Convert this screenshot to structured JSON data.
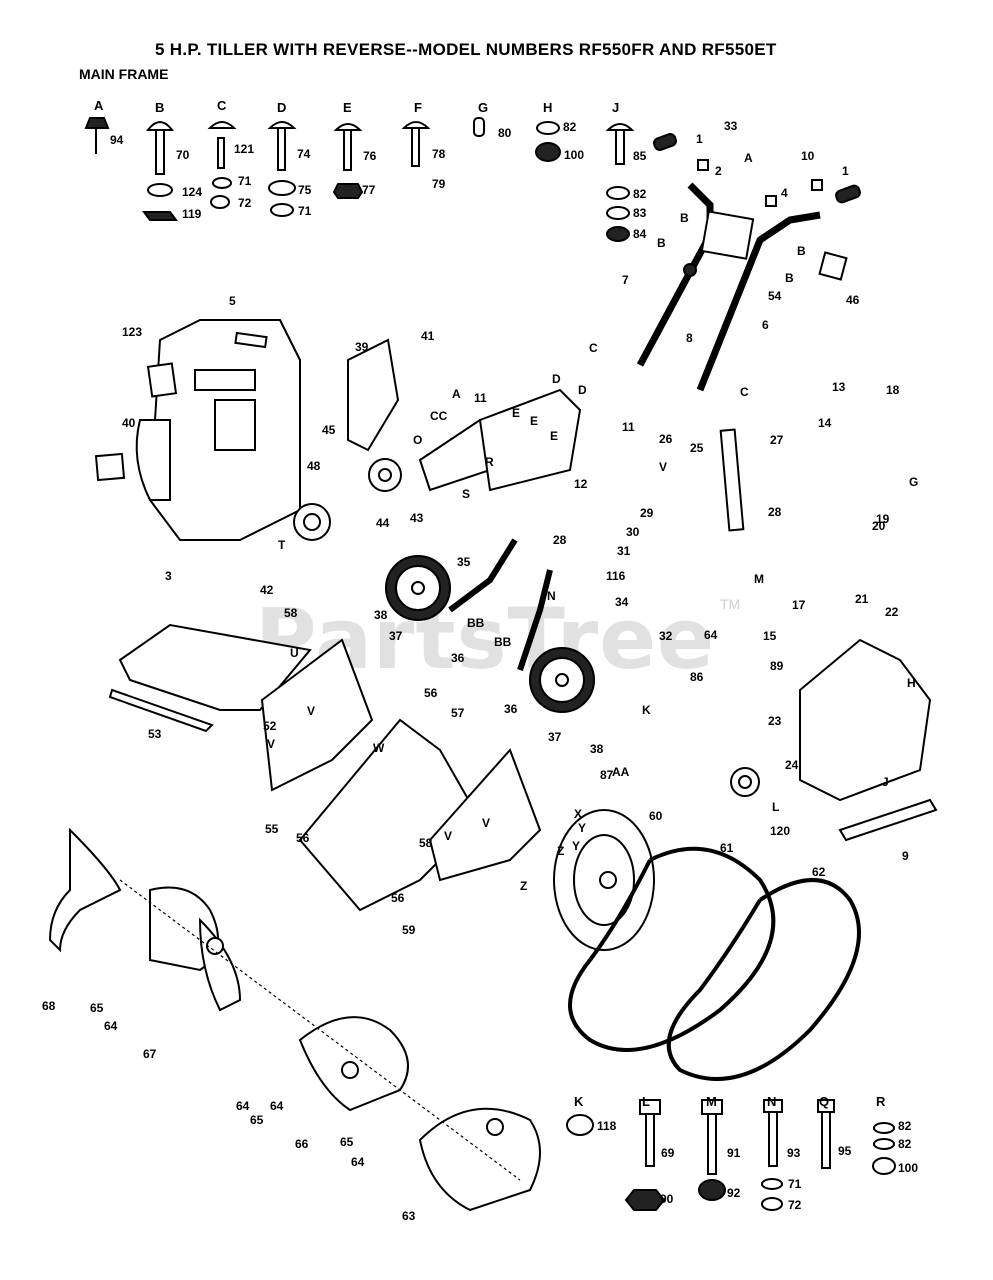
{
  "title": "5 H.P. TILLER WITH REVERSE--MODEL NUMBERS RF550FR AND RF550ET",
  "subtitle": "MAIN FRAME",
  "watermark": "PartsTree",
  "watermark_tm": "TM",
  "hardware_letters": [
    "A",
    "B",
    "C",
    "D",
    "E",
    "F",
    "G",
    "H",
    "J"
  ],
  "bottom_hardware_letters": [
    "K",
    "L",
    "M",
    "N",
    "Q",
    "R"
  ],
  "part_numbers": [
    "94",
    "70",
    "124",
    "119",
    "121",
    "71",
    "72",
    "74",
    "75",
    "71",
    "76",
    "77",
    "78",
    "79",
    "80",
    "82",
    "100",
    "85",
    "82",
    "83",
    "84",
    "1",
    "33",
    "2",
    "10",
    "1",
    "4",
    "46",
    "54",
    "8",
    "7",
    "6",
    "5",
    "123",
    "40",
    "45",
    "48",
    "39",
    "41",
    "11",
    "11",
    "12",
    "44",
    "43",
    "26",
    "25",
    "27",
    "13",
    "14",
    "18",
    "20",
    "19",
    "3",
    "42",
    "58",
    "35",
    "38",
    "37",
    "36",
    "28",
    "29",
    "30",
    "31",
    "116",
    "34",
    "32",
    "64",
    "28",
    "17",
    "15",
    "89",
    "21",
    "22",
    "52",
    "53",
    "56",
    "57",
    "55",
    "56",
    "56",
    "58",
    "59",
    "36",
    "37",
    "38",
    "86",
    "87",
    "60",
    "23",
    "24",
    "120",
    "9",
    "61",
    "62",
    "68",
    "65",
    "64",
    "67",
    "64",
    "65",
    "64",
    "66",
    "65",
    "64",
    "63",
    "118",
    "69",
    "90",
    "91",
    "92",
    "93",
    "71",
    "72",
    "95",
    "82",
    "82",
    "100"
  ],
  "letter_tags": [
    "A",
    "B",
    "B",
    "B",
    "B",
    "C",
    "C",
    "A",
    "CC",
    "O",
    "R",
    "S",
    "D",
    "D",
    "E",
    "E",
    "E",
    "T",
    "V",
    "G",
    "U",
    "V",
    "V",
    "W",
    "BB",
    "BB",
    "N",
    "M",
    "L",
    "K",
    "H",
    "J",
    "AA",
    "X",
    "Y",
    "Y",
    "Z",
    "Z",
    "V",
    "V"
  ]
}
